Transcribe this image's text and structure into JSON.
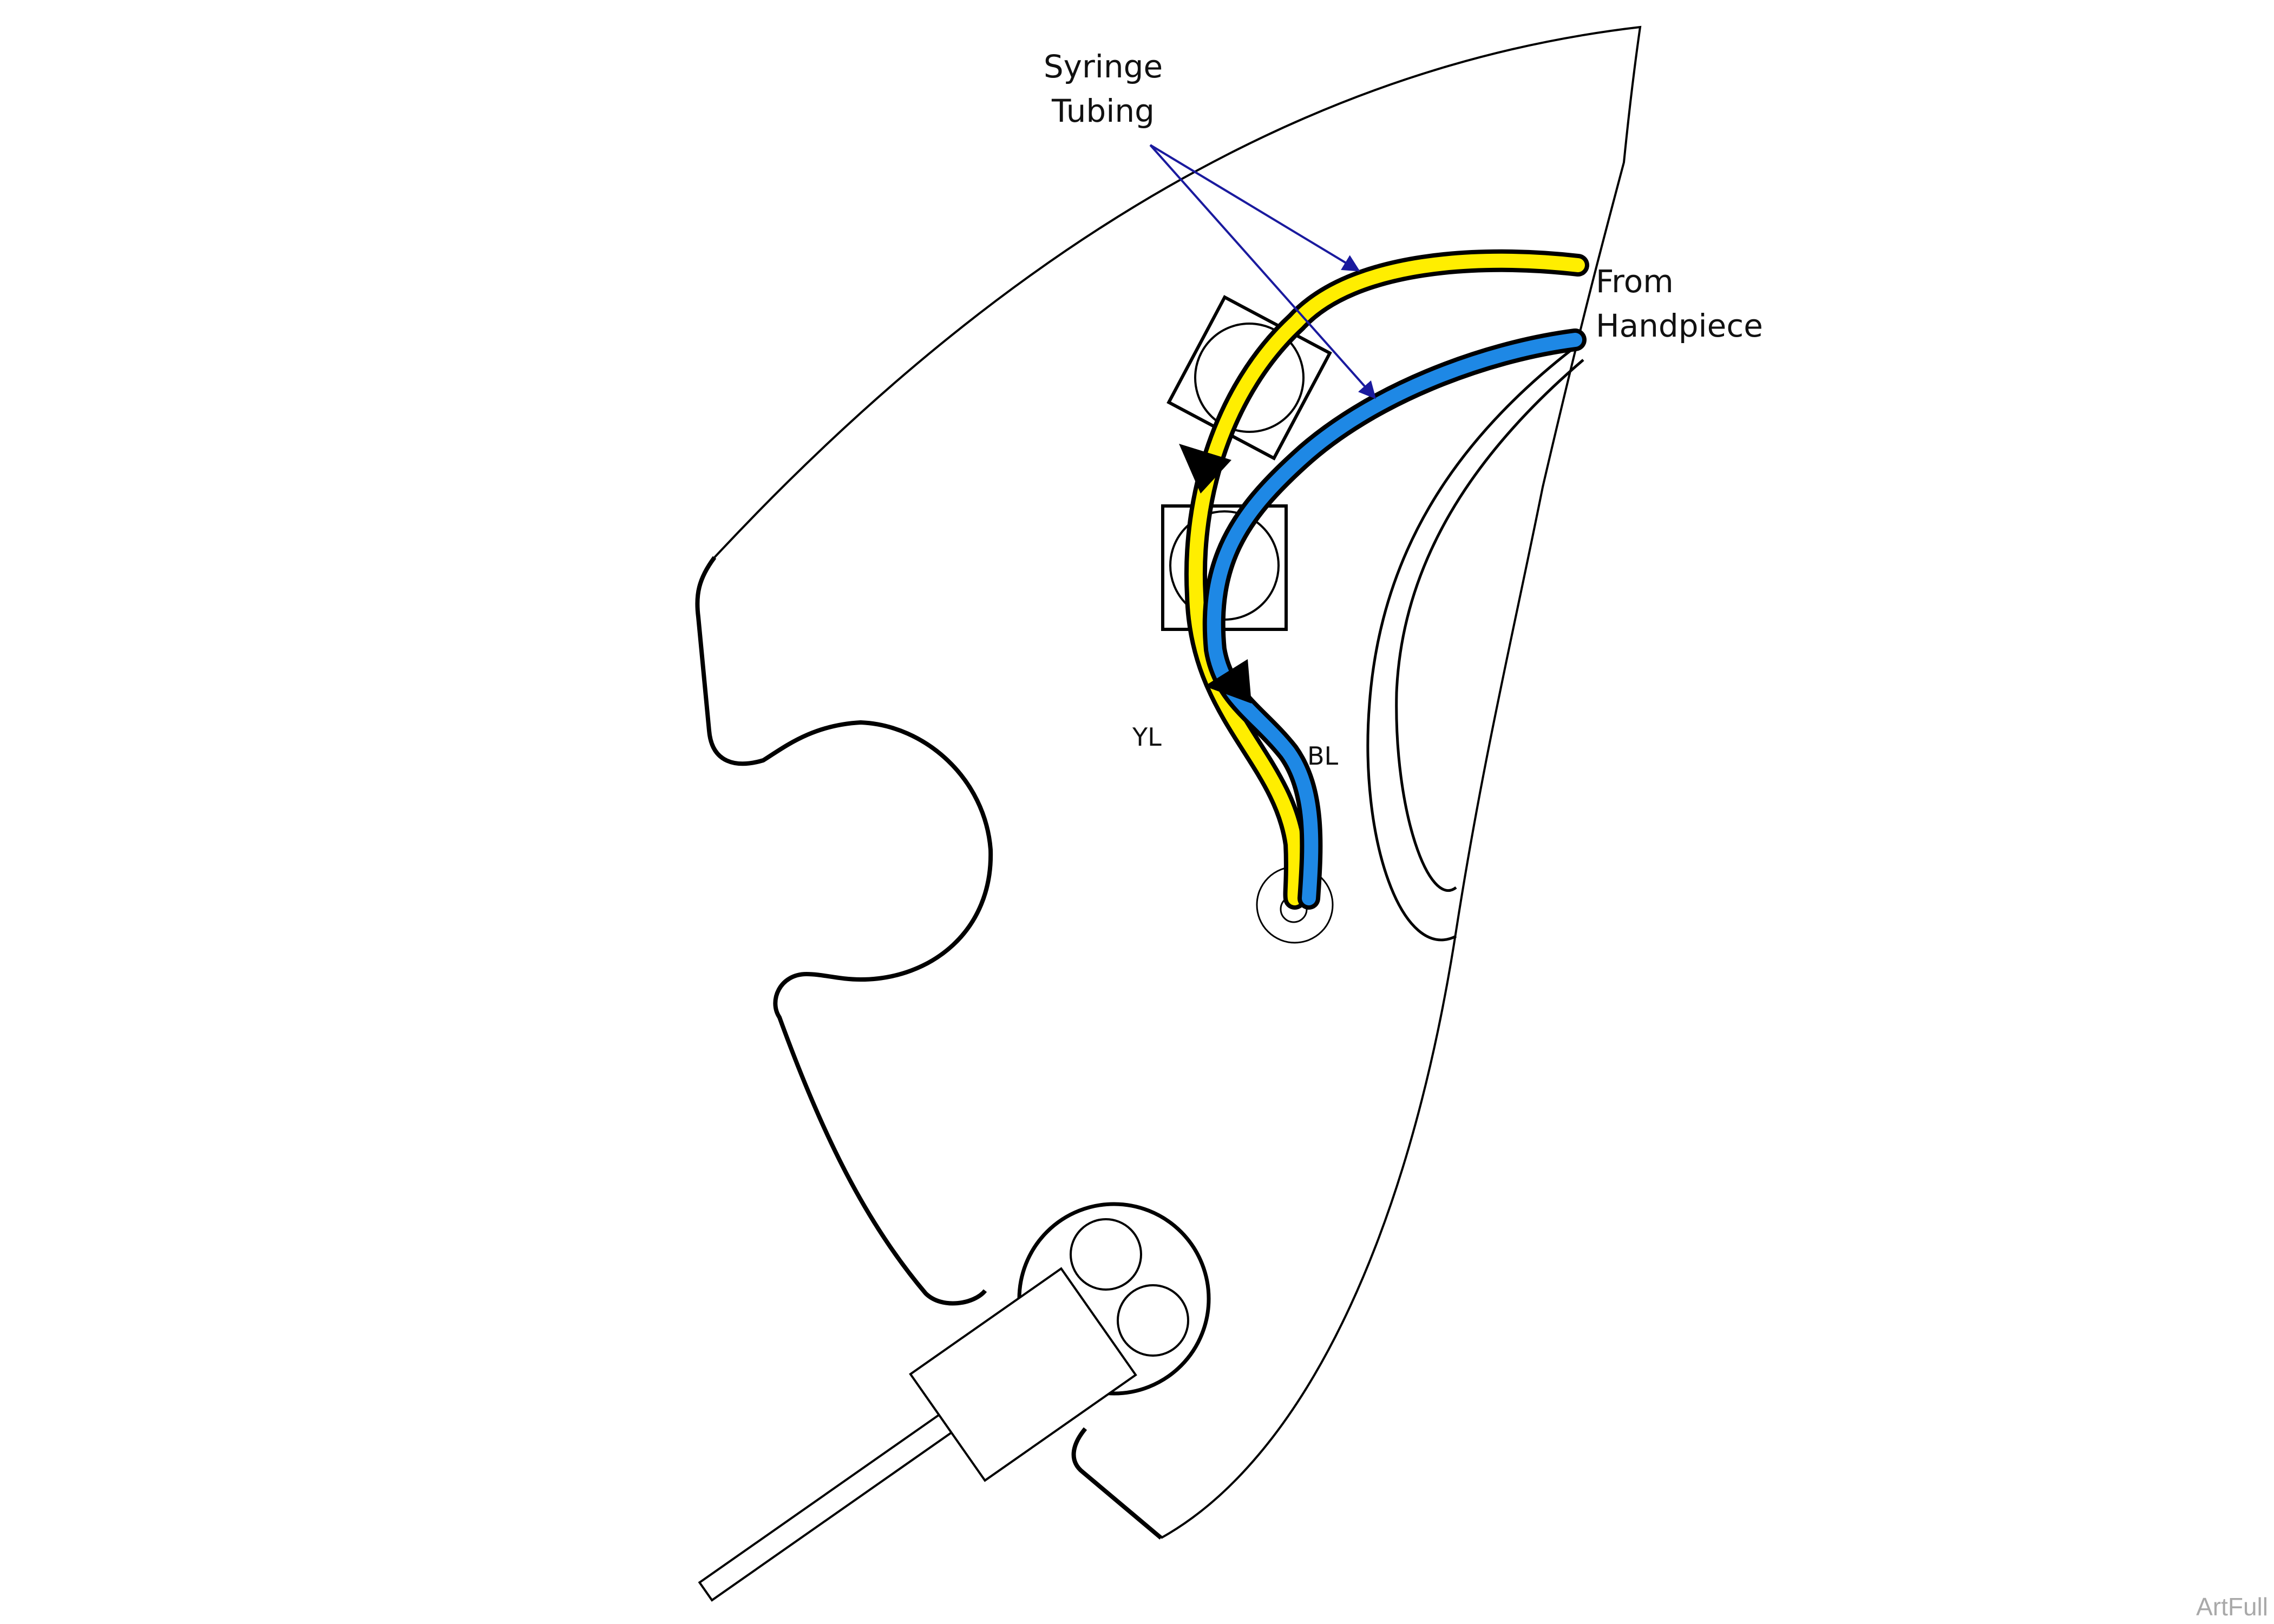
{
  "labels": {
    "syringe_line1": "Syringe",
    "syringe_line2": "Tubing",
    "from_line1": "From",
    "from_line2": "Handpiece",
    "yl": "YL",
    "bl": "BL",
    "watermark": "ArtFull"
  },
  "colors": {
    "yellow_tube": "#ffee00",
    "blue_tube": "#1e88e5",
    "outline": "#000000",
    "pointer": "#1a1a9e"
  }
}
